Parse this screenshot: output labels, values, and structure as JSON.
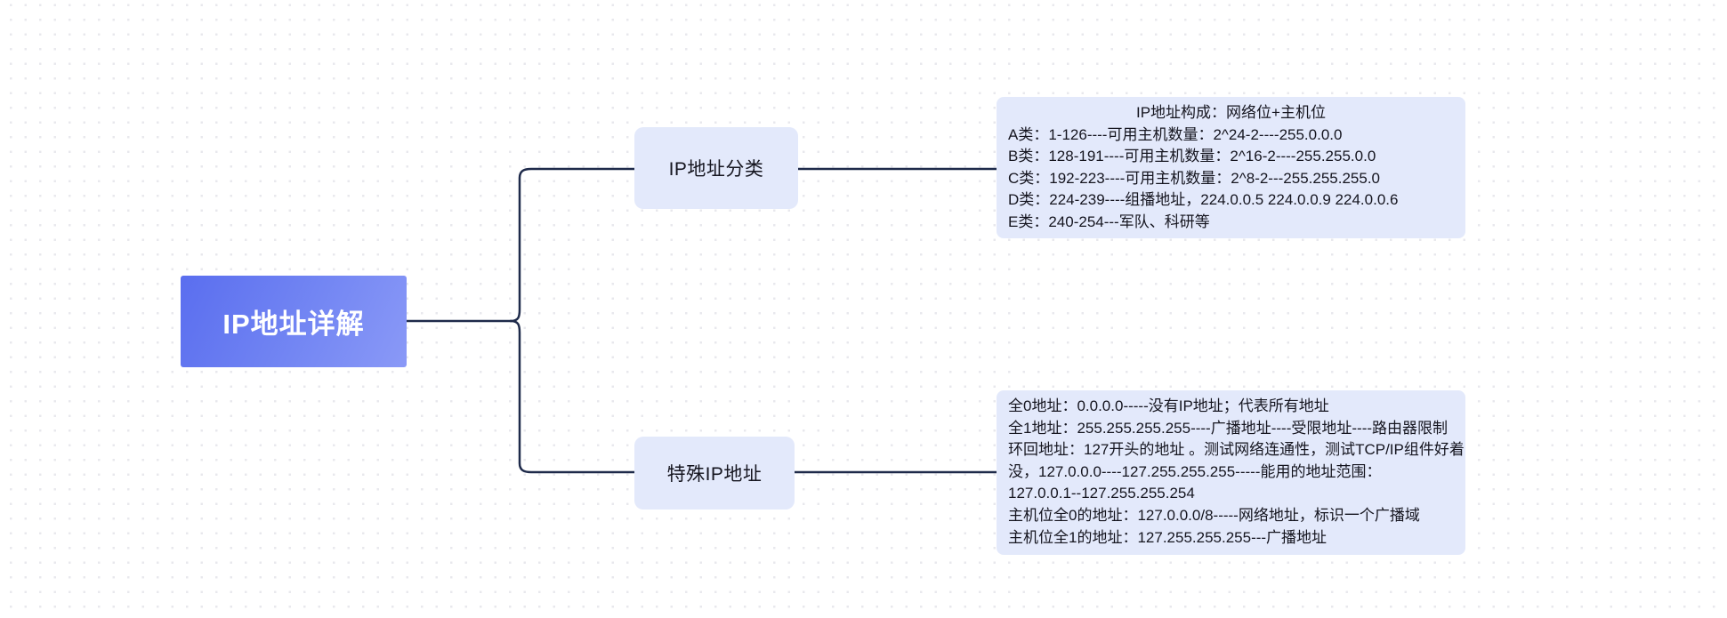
{
  "root": {
    "label": "IP地址详解"
  },
  "branches": [
    {
      "node_label": "IP地址分类",
      "details": {
        "lines": [
          "IP地址构成：网络位+主机位",
          "A类：1-126----可用主机数量：2^24-2----255.0.0.0",
          "B类：128-191----可用主机数量：2^16-2----255.255.0.0",
          "C类：192-223----可用主机数量：2^8-2---255.255.255.0",
          "D类：224-239----组播地址，224.0.0.5  224.0.0.9  224.0.0.6",
          "E类：240-254---军队、科研等"
        ]
      }
    },
    {
      "node_label": "特殊IP地址",
      "details": {
        "lines": [
          "全0地址：0.0.0.0-----没有IP地址；代表所有地址",
          "全1地址：255.255.255.255----广播地址----受限地址----路由器限制",
          "环回地址：127开头的地址 。测试网络连通性，测试TCP/IP组件好着",
          "没，127.0.0.0----127.255.255.255-----能用的地址范围：",
          "127.0.0.1--127.255.255.254",
          "主机位全0的地址：127.0.0.0/8-----网络地址，标识一个广播域",
          "主机位全1的地址：127.255.255.255---广播地址"
        ]
      }
    }
  ],
  "colors": {
    "root_gradient_start": "#5a6eef",
    "root_gradient_end": "#8a99f7",
    "node_background": "#e3e9fb",
    "connector": "#1e2a4a",
    "text": "#15151f",
    "dot_grid": "#e8e8ed"
  }
}
